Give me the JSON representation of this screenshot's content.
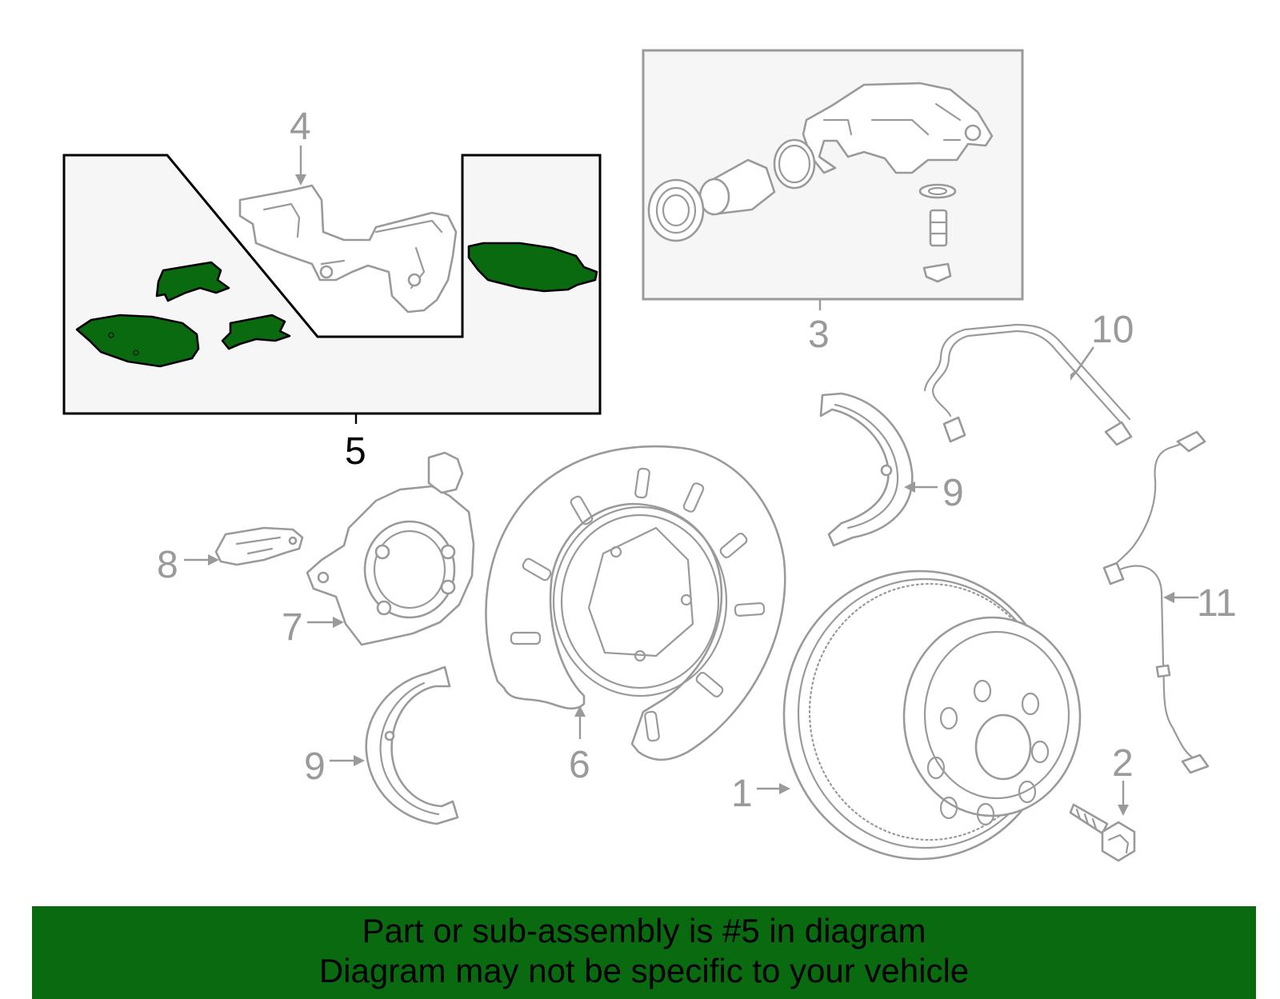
{
  "callouts": {
    "c1": "1",
    "c2": "2",
    "c3": "3",
    "c4": "4",
    "c5": "5",
    "c6": "6",
    "c7": "7",
    "c8": "8",
    "c9a": "9",
    "c9b": "9",
    "c10": "10",
    "c11": "11"
  },
  "highlight": {
    "part_number": "5",
    "color": "#0a6a10"
  },
  "banner": {
    "line1": "Part or sub-assembly is #5 in diagram",
    "line2": "Diagram may not be specific to your vehicle"
  }
}
